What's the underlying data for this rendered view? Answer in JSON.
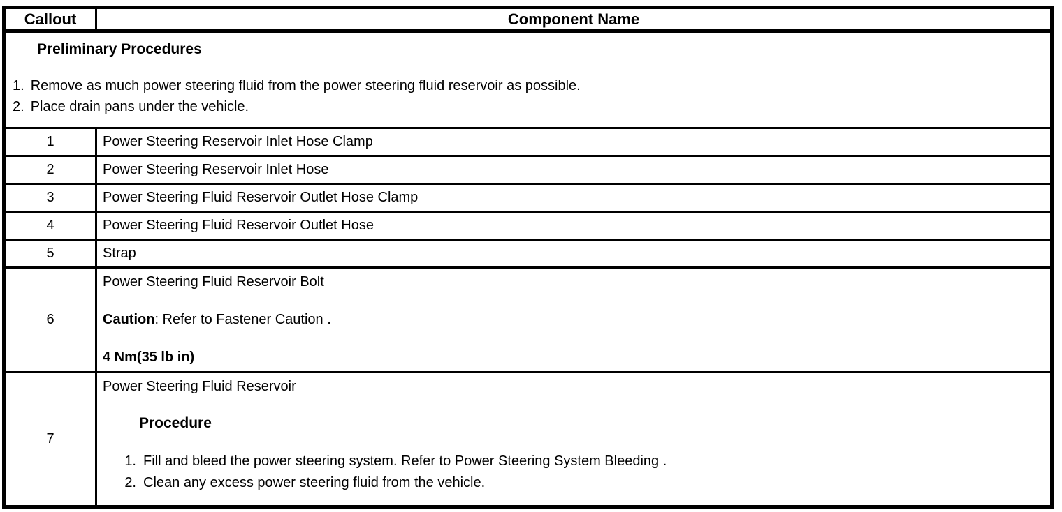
{
  "header": {
    "callout": "Callout",
    "component_name": "Component Name"
  },
  "preliminary": {
    "title": "Preliminary Procedures",
    "steps": [
      {
        "num": "1.",
        "text": "Remove as much power steering fluid from the power steering fluid reservoir as possible."
      },
      {
        "num": "2.",
        "text": "Place drain pans under the vehicle."
      }
    ]
  },
  "rows": [
    {
      "callout": "1",
      "name": "Power Steering Reservoir Inlet Hose Clamp"
    },
    {
      "callout": "2",
      "name": "Power Steering Reservoir Inlet Hose"
    },
    {
      "callout": "3",
      "name": "Power Steering Fluid Reservoir Outlet Hose Clamp"
    },
    {
      "callout": "4",
      "name": "Power Steering Fluid Reservoir Outlet Hose"
    },
    {
      "callout": "5",
      "name": "Strap"
    },
    {
      "callout": "6",
      "name": "Power Steering Fluid Reservoir Bolt",
      "caution_label": "Caution",
      "caution_rest": ": Refer to Fastener Caution .",
      "torque": "4 Nm(35 lb in)"
    },
    {
      "callout": "7",
      "name": "Power Steering Fluid Reservoir",
      "procedure_title": "Procedure",
      "steps": [
        {
          "num": "1.",
          "text": "Fill and bleed the power steering system. Refer to Power Steering System Bleeding ."
        },
        {
          "num": "2.",
          "text": "Clean any excess power steering fluid from the vehicle."
        }
      ]
    }
  ],
  "colors": {
    "border": "#000000",
    "background": "#ffffff",
    "text": "#000000"
  }
}
